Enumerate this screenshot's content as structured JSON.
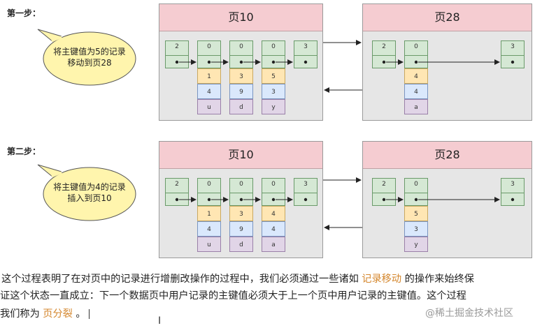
{
  "steps": [
    {
      "label": "第一步：",
      "bubble": [
        "将主键值为5的记录",
        "移动到页28"
      ],
      "left_page": {
        "title": "页10",
        "columns": [
          {
            "header": "2",
            "sub": []
          },
          {
            "header": "0",
            "sub": [
              "1",
              "4",
              "u"
            ]
          },
          {
            "header": "0",
            "sub": [
              "3",
              "9",
              "d"
            ]
          },
          {
            "header": "0",
            "sub": [
              "5",
              "3",
              "y"
            ]
          },
          {
            "header": "3",
            "sub": []
          }
        ]
      },
      "right_page": {
        "title": "页28",
        "columns": [
          {
            "header": "2",
            "sub": []
          },
          {
            "header": "0",
            "sub": [
              "4",
              "4",
              "a"
            ]
          },
          {
            "header": "3",
            "sub": []
          }
        ]
      }
    },
    {
      "label": "第二步：",
      "bubble": [
        "将主键值为4的记录",
        "插入到页10"
      ],
      "left_page": {
        "title": "页10",
        "columns": [
          {
            "header": "2",
            "sub": []
          },
          {
            "header": "0",
            "sub": [
              "1",
              "4",
              "u"
            ]
          },
          {
            "header": "0",
            "sub": [
              "3",
              "9",
              "d"
            ]
          },
          {
            "header": "0",
            "sub": [
              "4",
              "4",
              "a"
            ]
          },
          {
            "header": "3",
            "sub": []
          }
        ]
      },
      "right_page": {
        "title": "页28",
        "columns": [
          {
            "header": "2",
            "sub": []
          },
          {
            "header": "0",
            "sub": [
              "5",
              "3",
              "y"
            ]
          },
          {
            "header": "3",
            "sub": []
          }
        ]
      }
    }
  ],
  "paragraph": {
    "line1_a": "这个过程表明了在对页中的记录进行增删改操作的过程中，我们必须通过一些诸如",
    "line1_hl": "记录移动",
    "line1_b": "的操作来始终保",
    "line2": "证这个状态一直成立：下一个数据页中用户记录的主键值必须大于上一个页中用户记录的主键值。这个过程",
    "line3_a": "我们称为",
    "line3_hl": "页分裂",
    "line3_b": "。"
  },
  "watermark": "@稀土掘金技术社区",
  "colors": {
    "page_bg": "#e6e6e6",
    "page_header": "#f5ccd1",
    "bubble": "#fff5ad",
    "green": "#d5e8d4",
    "yellow": "#ffe6b3",
    "blue": "#dae8fc",
    "purple": "#e1d5e7",
    "highlight": "#d4862c"
  }
}
